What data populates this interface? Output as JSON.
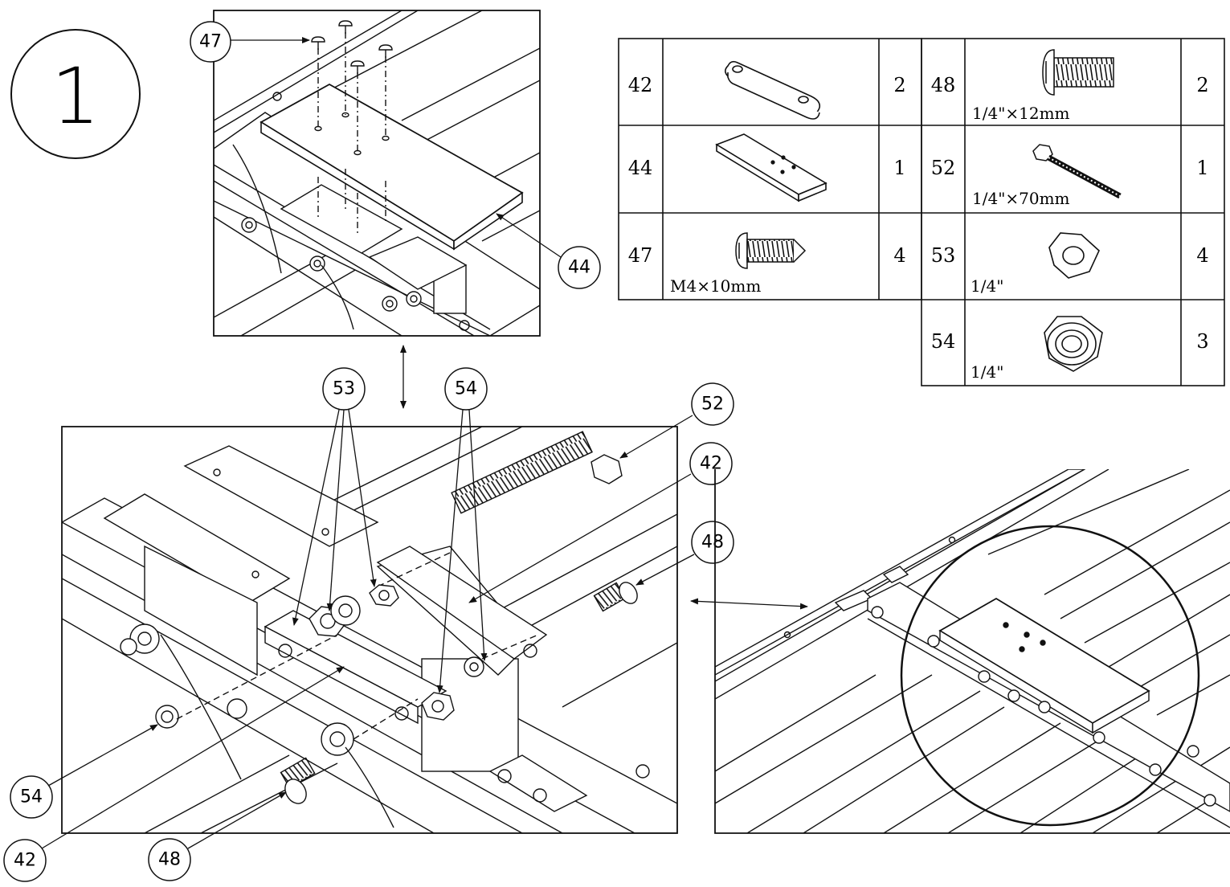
{
  "step_number": "1",
  "callouts": {
    "top_47": "47",
    "top_44": "44",
    "mid_53": "53",
    "mid_54": "54",
    "mid_52": "52",
    "mid_42": "42",
    "mid_48": "48",
    "bot_54": "54",
    "bot_42": "42",
    "bot_48": "48"
  },
  "parts_table": {
    "rows": [
      {
        "left": {
          "id": "42",
          "qty": "2",
          "icon": "link-plate-icon",
          "size": ""
        },
        "right": {
          "id": "48",
          "qty": "2",
          "icon": "hex-bolt-short-icon",
          "size": "1/4\"×12mm"
        }
      },
      {
        "left": {
          "id": "44",
          "qty": "1",
          "icon": "mount-plate-icon",
          "size": ""
        },
        "right": {
          "id": "52",
          "qty": "1",
          "icon": "hex-bolt-long-icon",
          "size": "1/4\"×70mm"
        }
      },
      {
        "left": {
          "id": "47",
          "qty": "4",
          "icon": "self-tapping-screw-icon",
          "size": "M4×10mm"
        },
        "right": {
          "id": "53",
          "qty": "4",
          "icon": "hex-nut-icon",
          "size": "1/4\""
        }
      },
      {
        "left": null,
        "right": {
          "id": "54",
          "qty": "3",
          "icon": "lock-nut-icon",
          "size": "1/4\""
        }
      }
    ]
  }
}
